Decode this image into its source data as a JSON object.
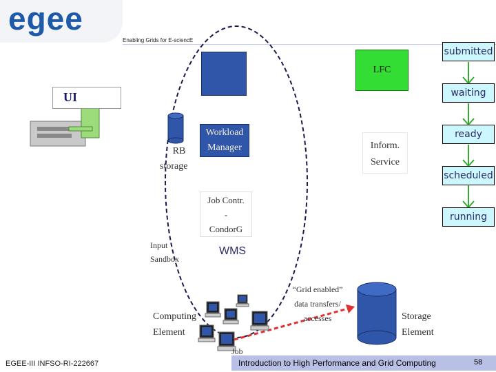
{
  "header": {
    "logo_text": "egee",
    "tagline": "Enabling Grids for E-sciencE"
  },
  "states": [
    "submitted",
    "waiting",
    "ready",
    "scheduled",
    "running"
  ],
  "ui_label": "UI",
  "lfc_label": "LFC",
  "workload_manager": [
    "Workload",
    "Manager"
  ],
  "inform_service": [
    "Inform.",
    "Service"
  ],
  "rb": "RB",
  "rb_storage": "storage",
  "job_contr": [
    "Job Contr.",
    "-",
    "CondorG"
  ],
  "input_sandbox": [
    "Input",
    "Sandbox"
  ],
  "wms_label": "WMS",
  "grid_transfers": [
    "“Grid enabled”",
    "data transfers/",
    "accesses"
  ],
  "computing_element": [
    "Computing",
    "Element"
  ],
  "storage_element": [
    "Storage",
    "Element"
  ],
  "job_label": "Job",
  "footer": {
    "left": "EGEE-III INFSO-RI-222667",
    "center": "Introduction to High Performance and Grid Computing",
    "page": "58"
  },
  "colors": {
    "brand_blue": "#1e5aa8",
    "state_box": "#ccf7ff",
    "state_arrow": "#33aa33",
    "lfc_green": "#33dd33",
    "wms_blue": "#2f56a8",
    "footer_band": "#b9c0e6",
    "transfer_arrow": "#e03030"
  }
}
